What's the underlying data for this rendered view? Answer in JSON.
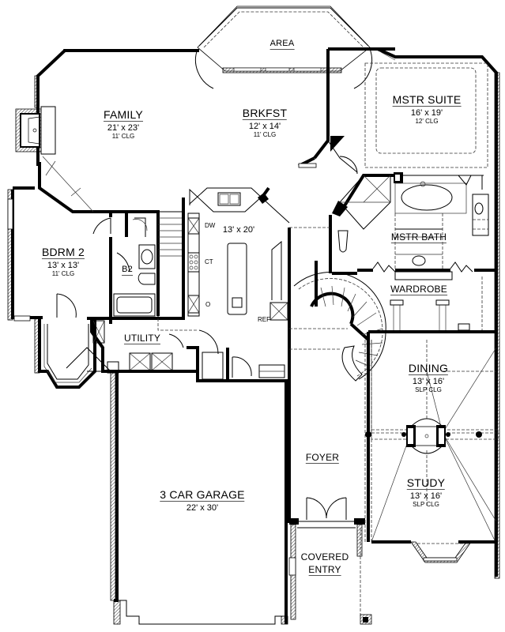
{
  "plan": {
    "type": "first-floor-plan",
    "colors": {
      "wall": "#000000",
      "background": "#ffffff",
      "line": "#333333"
    }
  },
  "rooms": {
    "area": {
      "name": "AREA"
    },
    "family": {
      "name": "FAMILY",
      "dim": "21' x 23'",
      "clg": "11' CLG"
    },
    "brkfst": {
      "name": "BRKFST",
      "dim": "12' x 14'",
      "clg": "11' CLG"
    },
    "mstr_suite": {
      "name": "MSTR SUITE",
      "dim": "16' x 19'",
      "clg": "12' CLG"
    },
    "bdrm2": {
      "name": "BDRM 2",
      "dim": "13' x 13'",
      "clg": "11' CLG"
    },
    "b2": {
      "name": "B2"
    },
    "kitchen": {
      "dim": "13' x 20'"
    },
    "mstr_bath": {
      "name": "MSTR BATH"
    },
    "wardrobe": {
      "name": "WARDROBE"
    },
    "utility": {
      "name": "UTILITY"
    },
    "dining": {
      "name": "DINING",
      "dim": "13' x 16'",
      "clg": "SLP CLG"
    },
    "study": {
      "name": "STUDY",
      "dim": "13' x 16'",
      "clg": "SLP CLG"
    },
    "foyer": {
      "name": "FOYER"
    },
    "garage": {
      "name": "3 CAR GARAGE",
      "dim": "22' x 30'"
    },
    "covered_entry": {
      "name_line1": "COVERED",
      "name_line2": "ENTRY"
    }
  },
  "appliances": {
    "dw": "DW",
    "ct": "CT",
    "o": "O",
    "ref": "REF"
  }
}
